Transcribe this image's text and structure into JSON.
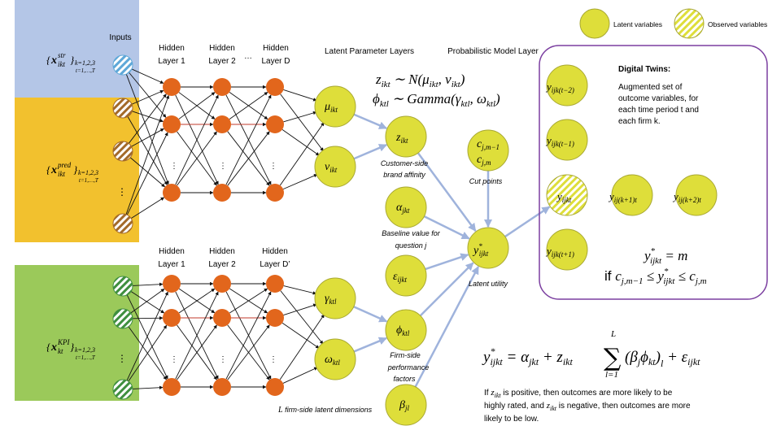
{
  "colors": {
    "inputs_str_panel": "#b4c6e7",
    "inputs_pred_panel": "#f2c12e",
    "inputs_kpi_panel": "#9bc95a",
    "hidden_node": "#e2661c",
    "latent_node": "#dede3a",
    "latent_stroke": "#a8a832",
    "edge": "#9fb3dc",
    "digital_twins_border": "#7b3fa0",
    "observed_str_hatch": "#5fa8d8",
    "observed_pred_hatch": "#a36a2a",
    "observed_kpi_hatch": "#3f8f3f"
  },
  "legend": {
    "latent_label": "Latent variables",
    "observed_label": "Observed variables"
  },
  "inputs": {
    "label": "Inputs",
    "str": {
      "symbol": "x",
      "superscript": "str",
      "subscript": "ikt",
      "index_k": "k=1,2,3",
      "index_t": "t=1,…,T"
    },
    "pred": {
      "symbol": "x",
      "superscript": "pred",
      "subscript": "ikt",
      "index_k": "k=1,2,3",
      "index_t": "t=1,…,T"
    },
    "kpi": {
      "symbol": "x",
      "superscript": "KPI",
      "subscript": "kt",
      "index_k": "k=1,2,3",
      "index_t": "t=1,…,T"
    },
    "ellipsis": "⋮"
  },
  "hidden_layers_top": {
    "labels": [
      {
        "line1": "Hidden",
        "line2": "Layer 1"
      },
      {
        "line1": "Hidden",
        "line2": "Layer 2"
      },
      {
        "line1": "Hidden",
        "line2": "Layer D"
      }
    ],
    "between": "…"
  },
  "hidden_layers_bottom": {
    "labels": [
      {
        "line1": "Hidden",
        "line2": "Layer 1"
      },
      {
        "line1": "Hidden",
        "line2": "Layer 2"
      },
      {
        "line1": "Hidden",
        "line2": "Layer D’"
      }
    ]
  },
  "section_titles": {
    "latent_parameter_layers": "Latent Parameter Layers",
    "probabilistic_model_layer": "Probabilistic Model Layer"
  },
  "nodes": {
    "mu": {
      "greek": "μ",
      "sub": "ikt"
    },
    "nu": {
      "greek": "ν",
      "sub": "ikt"
    },
    "gamma": {
      "greek": "γ",
      "sub": "ktl"
    },
    "omega": {
      "greek": "ω",
      "sub": "ktl"
    },
    "z": {
      "base": "z",
      "sub": "ikt"
    },
    "alpha": {
      "greek": "α",
      "sub": "jkt"
    },
    "epsilon": {
      "greek": "ε",
      "sub": "ijkt"
    },
    "phi": {
      "greek": "ϕ",
      "sub": "ktl"
    },
    "beta": {
      "greek": "β",
      "sub": "jl"
    },
    "c": {
      "line1_base": "c",
      "line1_sub": "j,m−1",
      "line2_base": "c",
      "line2_sub": "j,m"
    },
    "ystar": {
      "base": "y",
      "sup": "*",
      "sub": "ijkt"
    }
  },
  "distributions": {
    "z": {
      "lhs": "z",
      "lhs_sub": "ikt",
      "rel": "∼ N(μ",
      "a_sub": "ikt",
      "comma": ", ν",
      "b_sub": "ikt",
      "close": ")"
    },
    "phi": {
      "lhs": "ϕ",
      "lhs_sub": "ktl",
      "rel": "∼ Gamma(γ",
      "a_sub": "ktl",
      "comma": ", ω",
      "b_sub": "ktl",
      "close": ")"
    }
  },
  "captions": {
    "customer_side_1": "Customer-side",
    "customer_side_2": "brand affinity",
    "baseline_1": "Baseline value for",
    "baseline_2": "question j",
    "firm_side_1": "Firm-side",
    "firm_side_2": "performance",
    "firm_side_3": "factors",
    "cut_points": "Cut points",
    "latent_utility": "Latent utility",
    "l_dims_symbol": "L",
    "l_dims_text": " firm-side latent dimensions"
  },
  "digital_twins": {
    "title": "Digital Twins:",
    "desc": [
      "Augmented set of",
      "outcome variables, for",
      "each time period t and",
      "each firm k."
    ],
    "nodes": [
      {
        "base": "y",
        "sub": "ijk(t−2)"
      },
      {
        "base": "y",
        "sub": "ijk(t−1)"
      },
      {
        "base": "y",
        "sub": "ijkt"
      },
      {
        "base": "y",
        "sub": "ij(k+1)t"
      },
      {
        "base": "y",
        "sub": "ij(k+2)t"
      },
      {
        "base": "y",
        "sub": "ijk(t+1)"
      }
    ],
    "rule_line1": {
      "base": "y",
      "sup": "*",
      "sub": "ijkt",
      "rest": " = m"
    },
    "rule_line2": {
      "prefix": "if ",
      "c1": "c",
      "c1_sub": "j,m−1",
      "le1": " ≤ ",
      "y": "y",
      "y_sup": "*",
      "y_sub": "ijkt",
      "le2": " ≤ ",
      "c2": "c",
      "c2_sub": "j,m"
    }
  },
  "main_equation": {
    "lhs": "y",
    "lhs_sup": "*",
    "lhs_sub": "ijkt",
    "eq": " = ",
    "alpha": "α",
    "alpha_sub": "jkt",
    "plus1": " + ",
    "z": "z",
    "z_sub": "ikt",
    "sum": "∑",
    "sum_top": "L",
    "sum_bottom": "l=1",
    "open": "(",
    "beta": "β",
    "beta_sub": "j",
    "phi": "ϕ",
    "phi_sub": "kt",
    "close": ")",
    "close_sub": "l",
    "plus2": " + ",
    "eps": "ε",
    "eps_sub": "ijkt"
  },
  "interpretation": {
    "line1_a": "If ",
    "z1": "z",
    "z1_sub": "ikt",
    "line1_b": " is positive, then outcomes are more likely to be",
    "line2_a": "highly rated, and ",
    "z2": "z",
    "z2_sub": "ikt",
    "line2_b": " is negative, then outcomes are more",
    "line3": "likely to be low."
  }
}
